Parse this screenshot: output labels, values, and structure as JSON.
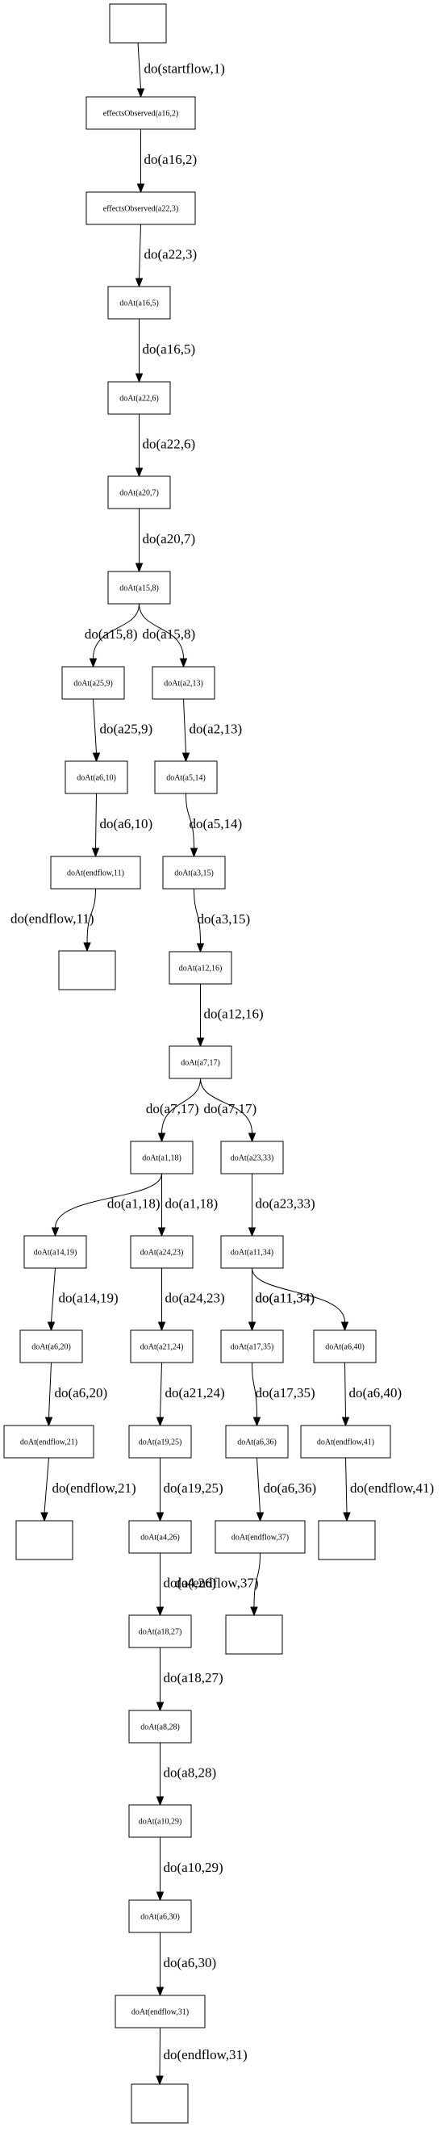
{
  "diagram": {
    "nodes": [
      {
        "id": "n0",
        "label": ""
      },
      {
        "id": "n1",
        "label": "effectsObserved(a16,2)"
      },
      {
        "id": "n2",
        "label": "effectsObserved(a22,3)"
      },
      {
        "id": "n3",
        "label": "doAt(a16,5)"
      },
      {
        "id": "n4",
        "label": "doAt(a22,6)"
      },
      {
        "id": "n5",
        "label": "doAt(a20,7)"
      },
      {
        "id": "n6",
        "label": "doAt(a15,8)"
      },
      {
        "id": "n7",
        "label": "doAt(a25,9)"
      },
      {
        "id": "n8",
        "label": "doAt(a2,13)"
      },
      {
        "id": "n9",
        "label": "doAt(a6,10)"
      },
      {
        "id": "n10",
        "label": "doAt(a5,14)"
      },
      {
        "id": "n11",
        "label": "doAt(endflow,11)"
      },
      {
        "id": "n12",
        "label": "doAt(a3,15)"
      },
      {
        "id": "n13",
        "label": ""
      },
      {
        "id": "n14",
        "label": "doAt(a12,16)"
      },
      {
        "id": "n15",
        "label": "doAt(a7,17)"
      },
      {
        "id": "n16",
        "label": "doAt(a1,18)"
      },
      {
        "id": "n17",
        "label": "doAt(a23,33)"
      },
      {
        "id": "n18",
        "label": "doAt(a14,19)"
      },
      {
        "id": "n19",
        "label": "doAt(a24,23)"
      },
      {
        "id": "n20",
        "label": "doAt(a11,34)"
      },
      {
        "id": "n21",
        "label": "doAt(a6,20)"
      },
      {
        "id": "n22",
        "label": "doAt(a21,24)"
      },
      {
        "id": "n23",
        "label": "doAt(a17,35)"
      },
      {
        "id": "n24",
        "label": "doAt(a6,40)"
      },
      {
        "id": "n25",
        "label": "doAt(endflow,21)"
      },
      {
        "id": "n26",
        "label": "doAt(a19,25)"
      },
      {
        "id": "n27",
        "label": "doAt(a6,36)"
      },
      {
        "id": "n28",
        "label": "doAt(endflow,41)"
      },
      {
        "id": "n29",
        "label": ""
      },
      {
        "id": "n30",
        "label": "doAt(a4,26)"
      },
      {
        "id": "n31",
        "label": "doAt(endflow,37)"
      },
      {
        "id": "n32",
        "label": ""
      },
      {
        "id": "n33",
        "label": "doAt(a18,27)"
      },
      {
        "id": "n34",
        "label": ""
      },
      {
        "id": "n35",
        "label": "doAt(a8,28)"
      },
      {
        "id": "n36",
        "label": "doAt(a10,29)"
      },
      {
        "id": "n37",
        "label": "doAt(a6,30)"
      },
      {
        "id": "n38",
        "label": "doAt(endflow,31)"
      },
      {
        "id": "n39",
        "label": ""
      }
    ],
    "edges": [
      {
        "from": "n0",
        "to": "n1",
        "label": "do(startflow,1)"
      },
      {
        "from": "n1",
        "to": "n2",
        "label": "do(a16,2)"
      },
      {
        "from": "n2",
        "to": "n3",
        "label": "do(a22,3)"
      },
      {
        "from": "n3",
        "to": "n4",
        "label": "do(a16,5)"
      },
      {
        "from": "n4",
        "to": "n5",
        "label": "do(a22,6)"
      },
      {
        "from": "n5",
        "to": "n6",
        "label": "do(a20,7)"
      },
      {
        "from": "n6",
        "to": "n7",
        "label": "do(a15,8)"
      },
      {
        "from": "n6",
        "to": "n8",
        "label": "do(a15,8)"
      },
      {
        "from": "n7",
        "to": "n9",
        "label": "do(a25,9)"
      },
      {
        "from": "n8",
        "to": "n10",
        "label": "do(a2,13)"
      },
      {
        "from": "n9",
        "to": "n11",
        "label": "do(a6,10)"
      },
      {
        "from": "n10",
        "to": "n12",
        "label": "do(a5,14)"
      },
      {
        "from": "n11",
        "to": "n13",
        "label": "do(endflow,11)"
      },
      {
        "from": "n12",
        "to": "n14",
        "label": "do(a3,15)"
      },
      {
        "from": "n14",
        "to": "n15",
        "label": "do(a12,16)"
      },
      {
        "from": "n15",
        "to": "n16",
        "label": "do(a7,17)"
      },
      {
        "from": "n15",
        "to": "n17",
        "label": "do(a7,17)"
      },
      {
        "from": "n16",
        "to": "n18",
        "label": "do(a1,18)"
      },
      {
        "from": "n16",
        "to": "n19",
        "label": "do(a1,18)"
      },
      {
        "from": "n17",
        "to": "n20",
        "label": "do(a23,33)"
      },
      {
        "from": "n18",
        "to": "n21",
        "label": "do(a14,19)"
      },
      {
        "from": "n19",
        "to": "n22",
        "label": "do(a24,23)"
      },
      {
        "from": "n20",
        "to": "n23",
        "label": "do(a11,34)"
      },
      {
        "from": "n20",
        "to": "n24",
        "label": "do(a11,34)"
      },
      {
        "from": "n21",
        "to": "n25",
        "label": "do(a6,20)"
      },
      {
        "from": "n22",
        "to": "n26",
        "label": "do(a21,24)"
      },
      {
        "from": "n23",
        "to": "n27",
        "label": "do(a17,35)"
      },
      {
        "from": "n24",
        "to": "n28",
        "label": "do(a6,40)"
      },
      {
        "from": "n25",
        "to": "n29",
        "label": "do(endflow,21)"
      },
      {
        "from": "n26",
        "to": "n30",
        "label": "do(a19,25)"
      },
      {
        "from": "n27",
        "to": "n31",
        "label": "do(a6,36)"
      },
      {
        "from": "n28",
        "to": "n32",
        "label": "do(endflow,41)"
      },
      {
        "from": "n30",
        "to": "n33",
        "label": "do(a4,26)"
      },
      {
        "from": "n31",
        "to": "n34",
        "label": "do(endflow,37)"
      },
      {
        "from": "n33",
        "to": "n35",
        "label": "do(a18,27)"
      },
      {
        "from": "n35",
        "to": "n36",
        "label": "do(a8,28)"
      },
      {
        "from": "n36",
        "to": "n37",
        "label": "do(a10,29)"
      },
      {
        "from": "n37",
        "to": "n38",
        "label": "do(a6,30)"
      },
      {
        "from": "n38",
        "to": "n39",
        "label": "do(endflow,31)"
      }
    ]
  }
}
